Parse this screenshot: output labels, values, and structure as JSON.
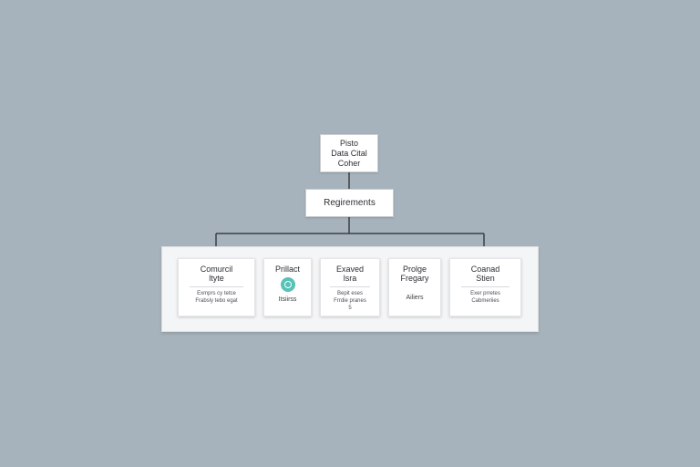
{
  "diagram": {
    "root": {
      "lines": [
        "Pisto",
        "Data Cital",
        "Coher"
      ]
    },
    "requirements": {
      "label": "Regirements"
    },
    "cards": [
      {
        "title_lines": [
          "Comurcil",
          "ltyte"
        ],
        "sub_lines": [
          "Exmprs cy tetce",
          "Frabsly tebo egat"
        ]
      },
      {
        "title_lines": [
          "Prillact"
        ],
        "icon": "gear-icon",
        "body": "Itsiirss"
      },
      {
        "title_lines": [
          "Exaved",
          "lsra"
        ],
        "sub_lines": [
          "Bepit eses",
          "Frrdie pranes",
          "5"
        ]
      },
      {
        "title_lines": [
          "Prolge",
          "Fregary"
        ],
        "body": "Ailiers"
      },
      {
        "title_lines": [
          "Coanad",
          "Stien"
        ],
        "sub_lines": [
          "Exer prretes",
          "Cabmeriies"
        ]
      }
    ],
    "colors": {
      "background": "#a7b3bc",
      "node": "#ffffff",
      "panel": "#f4f5f6",
      "connector": "#3b3f44",
      "icon_accent": "#56c2b8"
    }
  }
}
